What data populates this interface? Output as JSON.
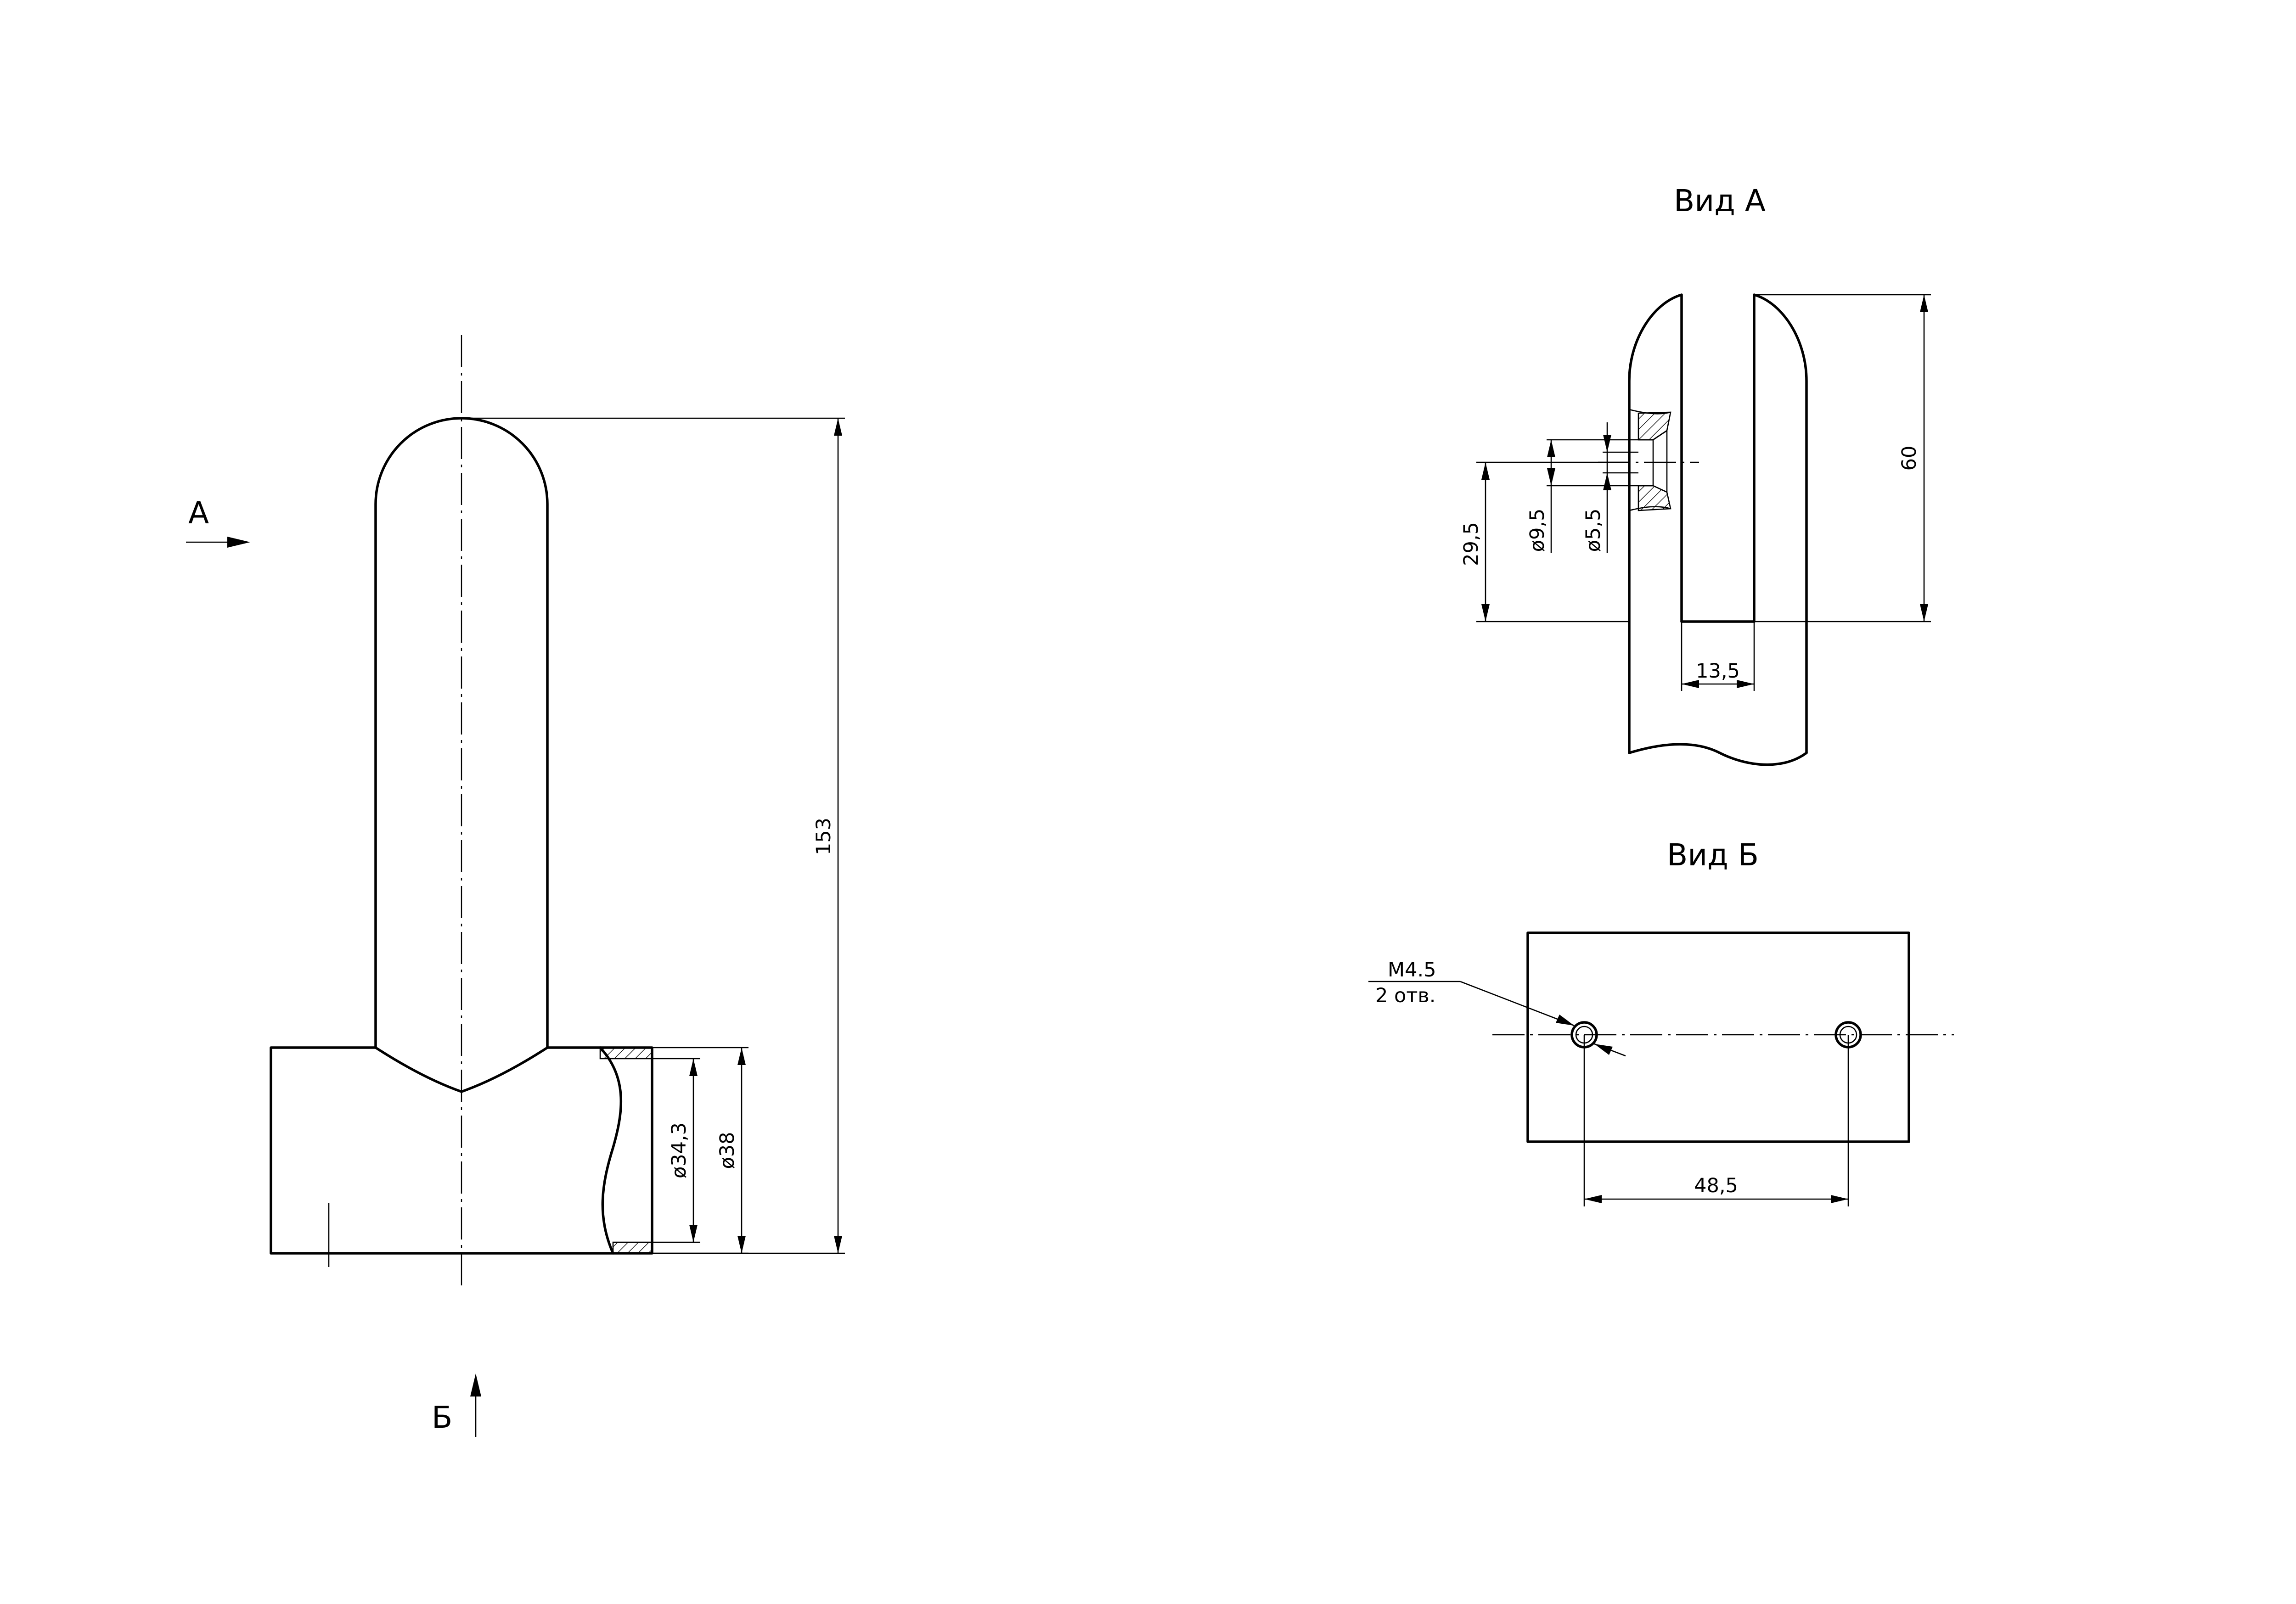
{
  "main_view": {
    "arrow_a_label": "А",
    "arrow_b_label": "Б",
    "dim_height": "153",
    "dim_inner_diameter": "ø34,3",
    "dim_outer_diameter": "ø38"
  },
  "view_a": {
    "title": "Вид А",
    "dim_slot_depth": "60",
    "dim_hole_height": "29,5",
    "dim_counterbore": "ø9,5",
    "dim_hole": "ø5,5",
    "dim_slot_width": "13,5"
  },
  "view_b": {
    "title": "Вид Б",
    "thread_label": "М4.5",
    "holes_count_label": "2 отв.",
    "dim_hole_spacing": "48,5"
  }
}
